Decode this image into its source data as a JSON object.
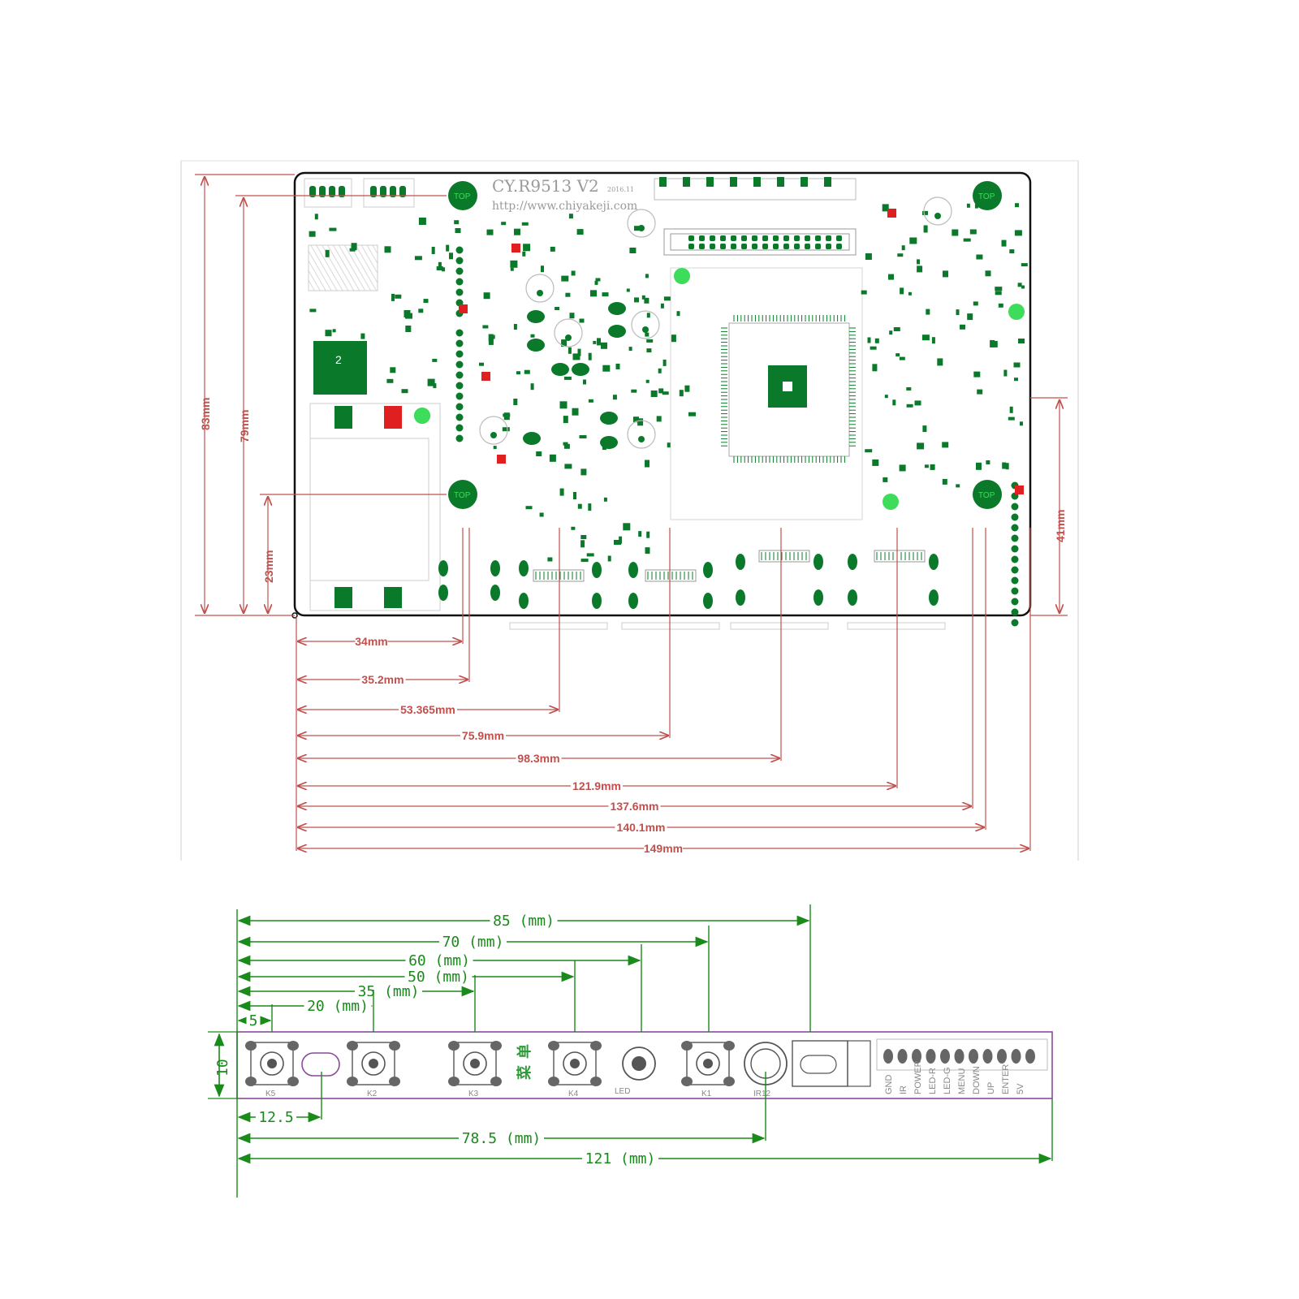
{
  "main_board": {
    "title": "CY.R9513 V2",
    "url": "http://www.chiyakeji.com",
    "date_code": "2016.11",
    "mount_label": "TOP",
    "inductor_label": "2",
    "vertical_dims": [
      "83mm",
      "79mm",
      "23mm",
      "41mm"
    ],
    "horizontal_dims": [
      "34mm",
      "35.2mm",
      "53.365mm",
      "75.9mm",
      "98.3mm",
      "121.9mm",
      "137.6mm",
      "140.1mm",
      "149mm"
    ],
    "colors": {
      "dimension": "#c0504d",
      "pad": "#0a7a2a",
      "highlight": "#3ddc5a",
      "marker": "#e02020",
      "outline": "#111111"
    }
  },
  "key_board": {
    "top_dims": [
      "85 (mm)",
      "70 (mm)",
      "60 (mm)",
      "50 (mm)",
      "35 (mm)",
      "20 (mm)",
      "5"
    ],
    "height_dim": "10",
    "bottom_dims": [
      "12.5",
      "78.5 (mm)",
      "121 (mm)"
    ],
    "button_labels": [
      "K5",
      "K2",
      "K3",
      "K4",
      "K1"
    ],
    "led_label": "LED",
    "ir_label": "IR12",
    "menu_label": "菜单",
    "pin_labels": [
      "GND",
      "IR",
      "POWER",
      "LED-R",
      "LED-G",
      "MENU",
      "DOWN",
      "UP",
      "ENTER",
      "5V"
    ],
    "colors": {
      "dimension": "#1a8a1a",
      "board": "#8a4a9a",
      "pad": "#555555",
      "accent": "#2e9a3a"
    }
  }
}
